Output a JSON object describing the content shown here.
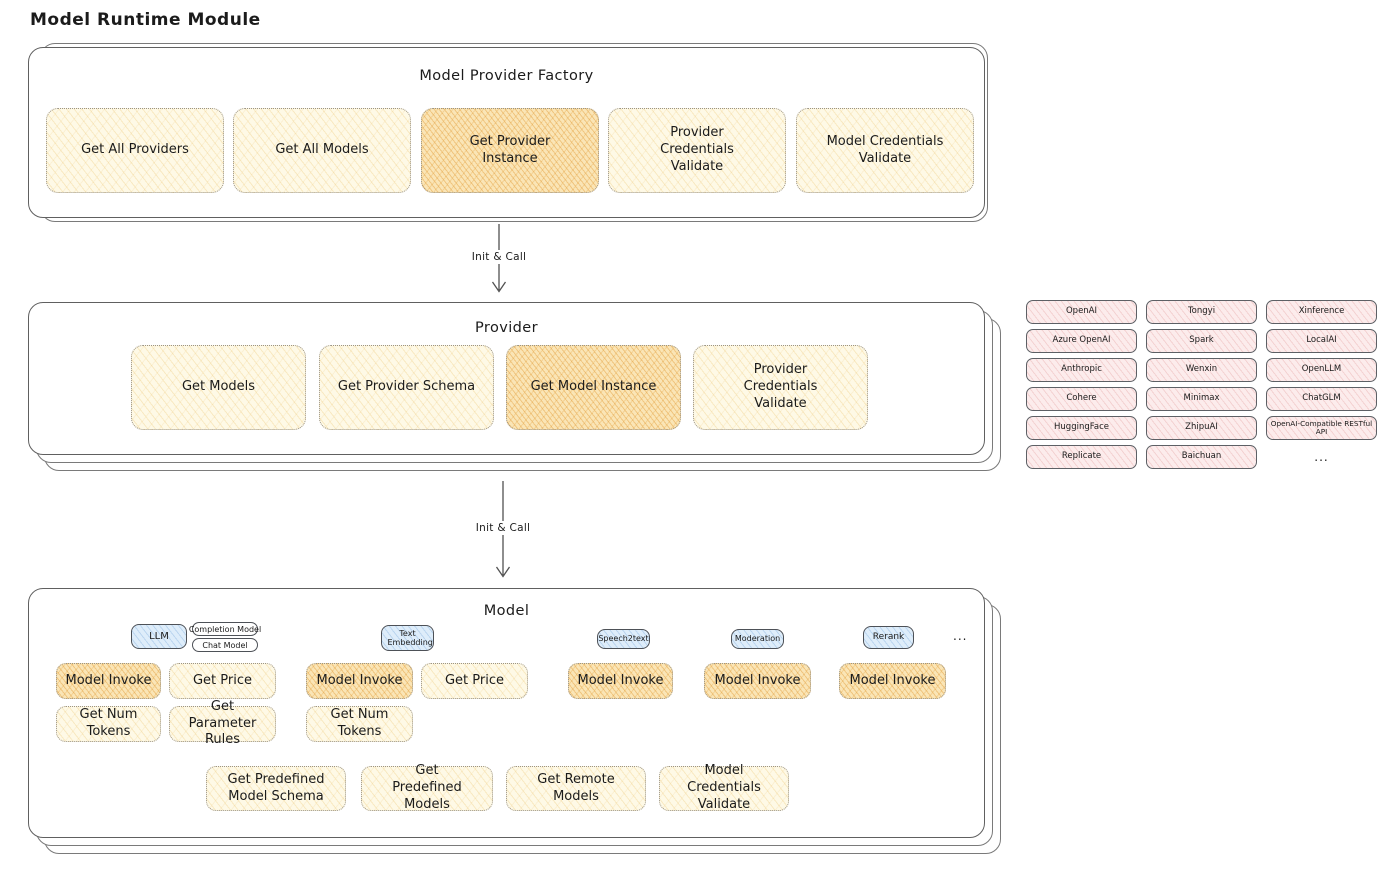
{
  "page": {
    "title": "Model Runtime Module"
  },
  "colors": {
    "node_yellow": "#FEF9E6",
    "node_highlight_orange": "#FAE5B6",
    "tab_blue": "#DEEDFA",
    "provider_pink": "#FCECEC",
    "line": "#555555"
  },
  "factory": {
    "title": "Model Provider Factory",
    "buttons": [
      {
        "label": "Get All Providers",
        "highlighted": false
      },
      {
        "label": "Get All Models",
        "highlighted": false
      },
      {
        "label": "Get Provider Instance",
        "highlighted": true
      },
      {
        "label": "Provider Credentials Validate",
        "highlighted": false
      },
      {
        "label": "Model Credentials Validate",
        "highlighted": false
      }
    ]
  },
  "arrows": [
    {
      "label": "Init & Call"
    },
    {
      "label": "Init & Call"
    }
  ],
  "provider": {
    "title": "Provider",
    "buttons": [
      {
        "label": "Get Models",
        "highlighted": false
      },
      {
        "label": "Get Provider Schema",
        "highlighted": false
      },
      {
        "label": "Get Model Instance",
        "highlighted": true
      },
      {
        "label": "Provider Credentials Validate",
        "highlighted": false
      }
    ]
  },
  "providers": {
    "items": [
      "OpenAI",
      "Tongyi",
      "Xinference",
      "Azure OpenAI",
      "Spark",
      "LocalAI",
      "Anthropic",
      "Wenxin",
      "OpenLLM",
      "Cohere",
      "Minimax",
      "ChatGLM",
      "HuggingFace",
      "ZhipuAI",
      "OpenAI-Compatible RESTful API",
      "Replicate",
      "Baichuan"
    ],
    "more": "..."
  },
  "model": {
    "title": "Model",
    "tabs": [
      {
        "label": "LLM"
      },
      {
        "label": "Text Embedding"
      },
      {
        "label": "Speech2text"
      },
      {
        "label": "Moderation"
      },
      {
        "label": "Rerank"
      }
    ],
    "subtabs": [
      {
        "label": "Completion Model"
      },
      {
        "label": "Chat Model"
      }
    ],
    "more": "...",
    "method_row_top": [
      {
        "label": "Model Invoke",
        "highlighted": true
      },
      {
        "label": "Get Price",
        "highlighted": false
      },
      {
        "label": "Model Invoke",
        "highlighted": true
      },
      {
        "label": "Get Price",
        "highlighted": false
      },
      {
        "label": "Model Invoke",
        "highlighted": true
      },
      {
        "label": "Model Invoke",
        "highlighted": true
      },
      {
        "label": "Model Invoke",
        "highlighted": true
      }
    ],
    "method_row_mid": [
      {
        "label": "Get Num Tokens"
      },
      {
        "label": "Get Parameter Rules"
      },
      {
        "label": "Get Num Tokens"
      }
    ],
    "method_row_bottom": [
      {
        "label": "Get Predefined Model Schema"
      },
      {
        "label": "Get Predefined Models"
      },
      {
        "label": "Get Remote Models"
      },
      {
        "label": "Model Credentials Validate"
      }
    ]
  }
}
